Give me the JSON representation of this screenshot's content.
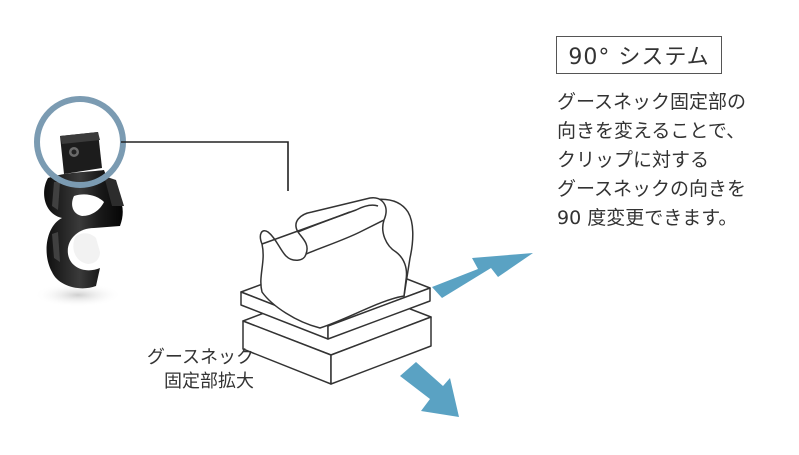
{
  "title": "90° システム",
  "description": [
    "グースネック固定部の",
    "向きを変えることで、",
    "クリップに対する",
    "グースネックの向きを",
    "90 度変更できます。"
  ],
  "zoom_label": [
    "グースネック",
    "固定部拡大"
  ],
  "colors": {
    "arrow": "#5aa2c3",
    "zoom_circle": "#7b9bb2",
    "outline": "#333333",
    "clip_body": "#1e1e1e"
  },
  "icons": {
    "product": "mic-clip-photo",
    "detail": "gooseneck-mount-isometric",
    "direction": "blue-arrow"
  }
}
